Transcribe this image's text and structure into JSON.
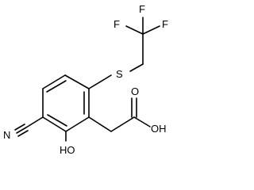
{
  "molecule": {
    "atom_labels": {
      "f_top": "F",
      "f_left": "F",
      "f_right": "F",
      "sulfur": "S",
      "nitrogen": "N",
      "hydroxyl": "HO",
      "carbonyl_oxygen": "O",
      "acid_hydroxyl": "OH"
    }
  },
  "colors": {
    "ink": "#000000",
    "background": "#ffffff"
  }
}
